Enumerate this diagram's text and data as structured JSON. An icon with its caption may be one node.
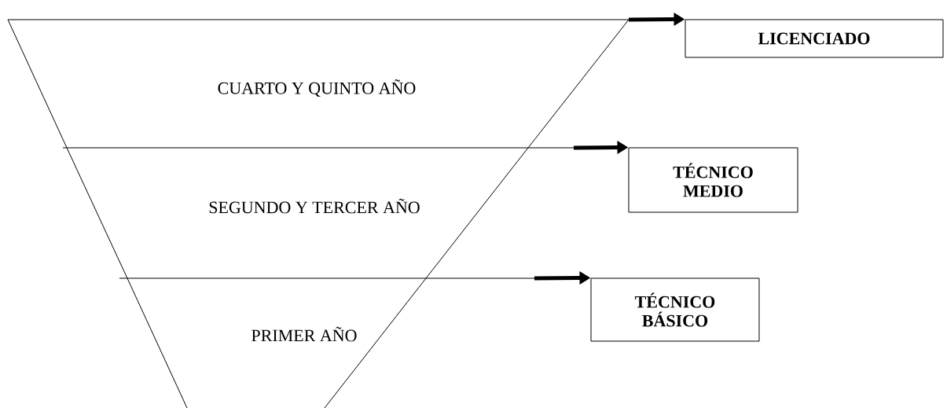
{
  "diagram": {
    "nodes": [
      {
        "text": [
          "CUARTO Y QUINTO AÑO"
        ]
      },
      {
        "text": [
          "SEGUNDO Y TERCER AÑO"
        ]
      },
      {
        "text": [
          "PRIMER AÑO"
        ]
      },
      {
        "text": [
          "LICENCIADO"
        ]
      },
      {
        "text": [
          "TÉCNICO MEDIO"
        ]
      },
      {
        "text": [
          "TÉCNICO BÁSICO"
        ]
      }
    ],
    "edges": [
      {
        "from": 0,
        "to": 3,
        "arrow": "to"
      },
      {
        "from": 1,
        "to": 4,
        "arrow": "to"
      },
      {
        "from": 2,
        "to": 5,
        "arrow": "to"
      }
    ]
  }
}
